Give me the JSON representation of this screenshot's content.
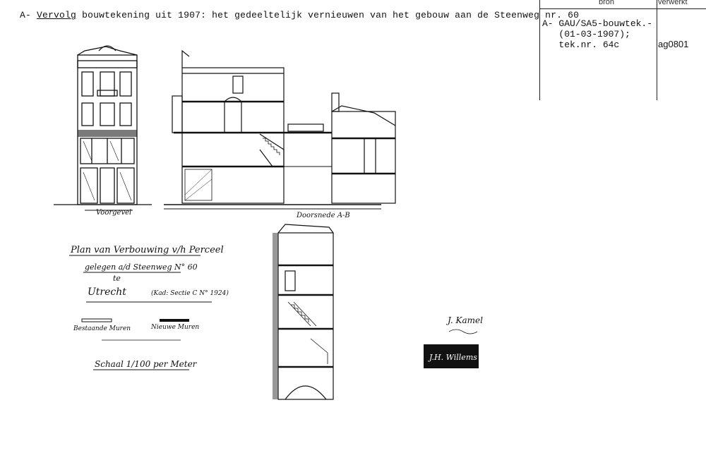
{
  "header": {
    "prefix": "A-",
    "underlined_word": "Vervolg",
    "rest": "bouwtekening uit 1907: het gedeeltelijk vernieuwen van het gebouw aan de Steenweg nr. 60"
  },
  "meta_table": {
    "col_bron": "bron",
    "col_verwerkt": "verwerkt",
    "bron_value": "A- GAU/SA5-bouwtek.-\n   (01-03-1907);\n   tek.nr. 64c",
    "verwerkt_value": "ag0801"
  },
  "drawing": {
    "facade_label": "Voorgevel",
    "section_label": "Doorsnede A-B",
    "title_line1": "Plan van Verbouwing v/h Perceel",
    "title_line2": "gelegen a/d Steenweg N° 60",
    "title_line3": "te",
    "title_city": "Utrecht",
    "title_kadaster": "(Kad: Sectie C N° 1924)",
    "legend_existing": "Bestaande Muren",
    "legend_new": "Nieuwe Muren",
    "scale_line": "Schaal 1/100 per Meter",
    "signature_top": "J. Kamel",
    "stamp_text": "J.H. Willems"
  }
}
